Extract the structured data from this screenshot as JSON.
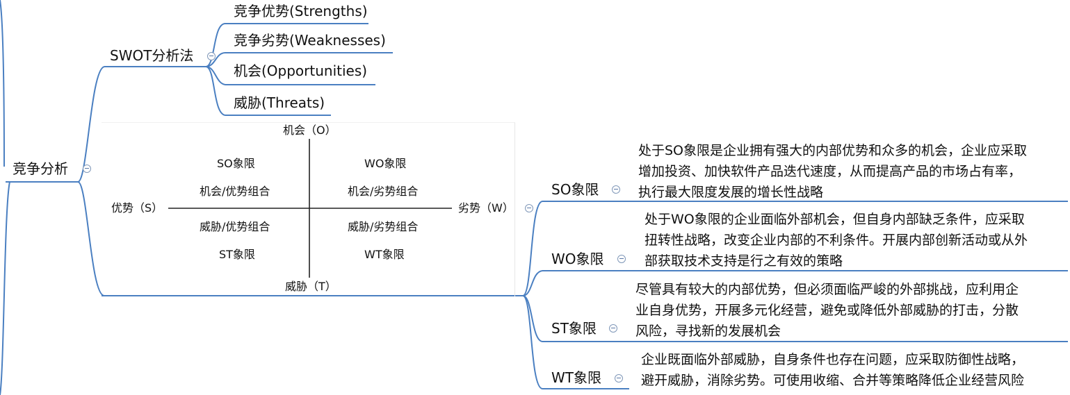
{
  "root": {
    "label": "竞争分析"
  },
  "swot": {
    "label": "SWOT分析法",
    "children": [
      "竞争优势(Strengths)",
      "竞争劣势(Weaknesses)",
      "机会(Opportunities)",
      "威胁(Threats)"
    ]
  },
  "matrix": {
    "top": "机会（O）",
    "bottom": "威胁（T）",
    "left": "优势（S）",
    "right": "劣势（W）",
    "q_tl_name": "SO象限",
    "q_tl_combo": "机会/优势组合",
    "q_tr_name": "WO象限",
    "q_tr_combo": "机会/劣势组合",
    "q_bl_combo": "威胁/优势组合",
    "q_bl_name": "ST象限",
    "q_br_combo": "威胁/劣势组合",
    "q_br_name": "WT象限"
  },
  "quadrants": [
    {
      "label": "SO象限",
      "desc": [
        "处于SO象限是企业拥有强大的内部优势和众多的机会，企业应采取",
        "增加投资、加快软件产品迭代速度，从而提高产品的市场占有率，",
        "执行最大限度发展的增长性战略"
      ]
    },
    {
      "label": "WO象限",
      "desc": [
        "处于WO象限的企业面临外部机会，但自身内部缺乏条件，应采取",
        "扭转性战略，改变企业内部的不利条件。开展内部创新活动或从外",
        "部获取技术支持是行之有效的策略"
      ]
    },
    {
      "label": "ST象限",
      "desc": [
        "尽管具有较大的内部优势，但必须面临严峻的外部挑战，应利用企",
        "业自身优势，开展多元化经营，避免或降低外部威胁的打击，分散",
        "风险，寻找新的发展机会"
      ]
    },
    {
      "label": "WT象限",
      "desc": [
        "企业既面临外部威胁，自身条件也存在问题，应采取防御性战略，",
        "避开威胁，消除劣势。可使用收缩、合并等策略降低企业经营风险"
      ]
    }
  ],
  "colors": {
    "line": "#4a7fc1",
    "toggle": "#7f97b8"
  }
}
